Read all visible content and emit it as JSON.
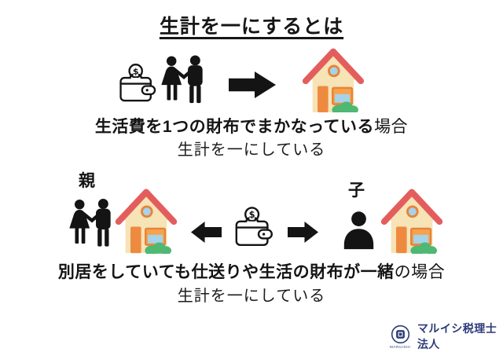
{
  "title": "生計を一にするとは",
  "section1": {
    "caption_emphasis": "生活費を1つの財布でまかなっている",
    "caption_rest": "場合",
    "conclusion": "生計を一にしている"
  },
  "section2": {
    "parent_label": "親",
    "child_label": "子",
    "caption_emphasis": "別居をしていても仕送りや生活の財布が一緒",
    "caption_rest": "の場合",
    "conclusion": "生計を一にしている"
  },
  "footer": {
    "company_name": "マルイシ税理士法人",
    "logo_subtext": "MARUISHI"
  },
  "icons": {
    "wallet": "wallet-icon",
    "couple": "couple-icon",
    "house": "house-icon",
    "person": "person-icon",
    "arrow_right": "arrow-right-icon",
    "arrow_left": "arrow-left-icon",
    "logo_mark": "company-logo-mark"
  },
  "colors": {
    "roof_red": "#e45d5d",
    "wall_cream": "#f6e3b6",
    "door_orange": "#ee8a40",
    "window_frame_orange": "#e8833a",
    "window_top_orange": "#f5a34c",
    "glass_blue": "#a6d2ea",
    "bush_green": "#4fb873",
    "icon_black": "#141414",
    "logo_navy": "#2c3a79"
  }
}
